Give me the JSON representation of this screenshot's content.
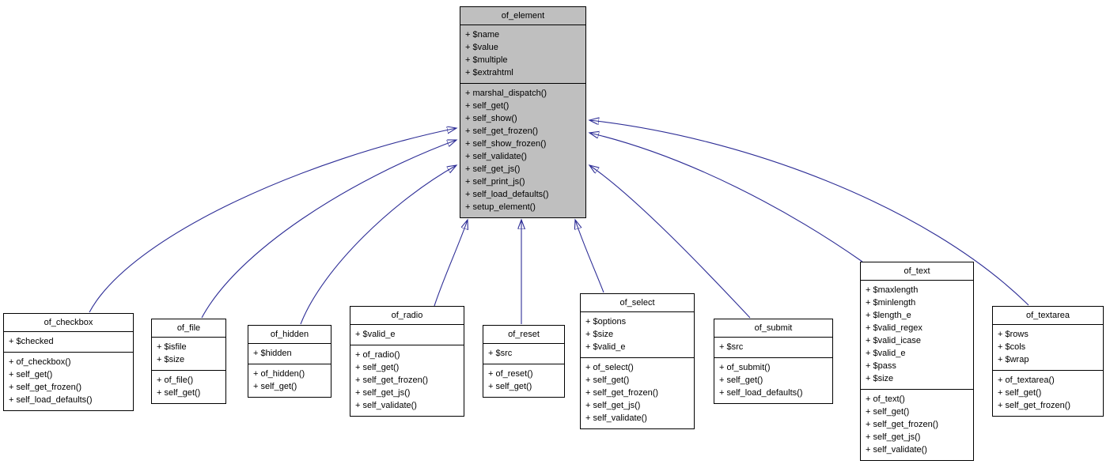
{
  "diagram": {
    "type": "uml-class-inheritance",
    "colors": {
      "root_fill": "#bfbfbf",
      "child_fill": "#ffffff",
      "border": "#000000",
      "edge": "#2d2d96",
      "background": "#ffffff"
    },
    "classes": [
      {
        "name": "of_element",
        "attributes": [
          "+ $name",
          "+ $value",
          "+ $multiple",
          "+ $extrahtml"
        ],
        "methods": [
          "+ marshal_dispatch()",
          "+ self_get()",
          "+ self_show()",
          "+ self_get_frozen()",
          "+ self_show_frozen()",
          "+ self_validate()",
          "+ self_get_js()",
          "+ self_print_js()",
          "+ self_load_defaults()",
          "+ setup_element()"
        ]
      },
      {
        "name": "of_checkbox",
        "attributes": [
          "+ $checked"
        ],
        "methods": [
          "+ of_checkbox()",
          "+ self_get()",
          "+ self_get_frozen()",
          "+ self_load_defaults()"
        ]
      },
      {
        "name": "of_file",
        "attributes": [
          "+ $isfile",
          "+ $size"
        ],
        "methods": [
          "+ of_file()",
          "+ self_get()"
        ]
      },
      {
        "name": "of_hidden",
        "attributes": [
          "+ $hidden"
        ],
        "methods": [
          "+ of_hidden()",
          "+ self_get()"
        ]
      },
      {
        "name": "of_radio",
        "attributes": [
          "+ $valid_e"
        ],
        "methods": [
          "+ of_radio()",
          "+ self_get()",
          "+ self_get_frozen()",
          "+ self_get_js()",
          "+ self_validate()"
        ]
      },
      {
        "name": "of_reset",
        "attributes": [
          "+ $src"
        ],
        "methods": [
          "+ of_reset()",
          "+ self_get()"
        ]
      },
      {
        "name": "of_select",
        "attributes": [
          "+ $options",
          "+ $size",
          "+ $valid_e"
        ],
        "methods": [
          "+ of_select()",
          "+ self_get()",
          "+ self_get_frozen()",
          "+ self_get_js()",
          "+ self_validate()"
        ]
      },
      {
        "name": "of_submit",
        "attributes": [
          "+ $src"
        ],
        "methods": [
          "+ of_submit()",
          "+ self_get()",
          "+ self_load_defaults()"
        ]
      },
      {
        "name": "of_text",
        "attributes": [
          "+ $maxlength",
          "+ $minlength",
          "+ $length_e",
          "+ $valid_regex",
          "+ $valid_icase",
          "+ $valid_e",
          "+ $pass",
          "+ $size"
        ],
        "methods": [
          "+ of_text()",
          "+ self_get()",
          "+ self_get_frozen()",
          "+ self_get_js()",
          "+ self_validate()"
        ]
      },
      {
        "name": "of_textarea",
        "attributes": [
          "+ $rows",
          "+ $cols",
          "+ $wrap"
        ],
        "methods": [
          "+ of_textarea()",
          "+ self_get()",
          "+ self_get_frozen()"
        ]
      }
    ],
    "edges": [
      {
        "from": "of_checkbox",
        "to": "of_element",
        "type": "inheritance"
      },
      {
        "from": "of_file",
        "to": "of_element",
        "type": "inheritance"
      },
      {
        "from": "of_hidden",
        "to": "of_element",
        "type": "inheritance"
      },
      {
        "from": "of_radio",
        "to": "of_element",
        "type": "inheritance"
      },
      {
        "from": "of_reset",
        "to": "of_element",
        "type": "inheritance"
      },
      {
        "from": "of_select",
        "to": "of_element",
        "type": "inheritance"
      },
      {
        "from": "of_submit",
        "to": "of_element",
        "type": "inheritance"
      },
      {
        "from": "of_text",
        "to": "of_element",
        "type": "inheritance"
      },
      {
        "from": "of_textarea",
        "to": "of_element",
        "type": "inheritance"
      }
    ]
  }
}
